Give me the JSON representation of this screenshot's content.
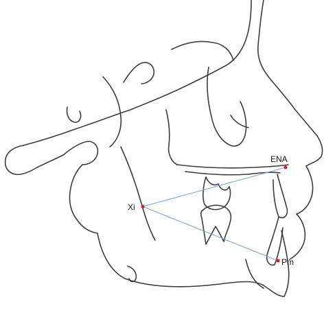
{
  "figure": {
    "type": "cephalometric-tracing",
    "landmarks": [
      {
        "id": "xi",
        "label": "Xi"
      },
      {
        "id": "ena",
        "label": "ENA"
      },
      {
        "id": "pm",
        "label": "Pm"
      }
    ],
    "lines": [
      {
        "from": "xi",
        "to": "ena"
      },
      {
        "from": "xi",
        "to": "pm"
      }
    ],
    "colors": {
      "outline": "#3b3b3b",
      "landmark": "#e0191f",
      "measurement_line": "#79a8d8"
    }
  }
}
